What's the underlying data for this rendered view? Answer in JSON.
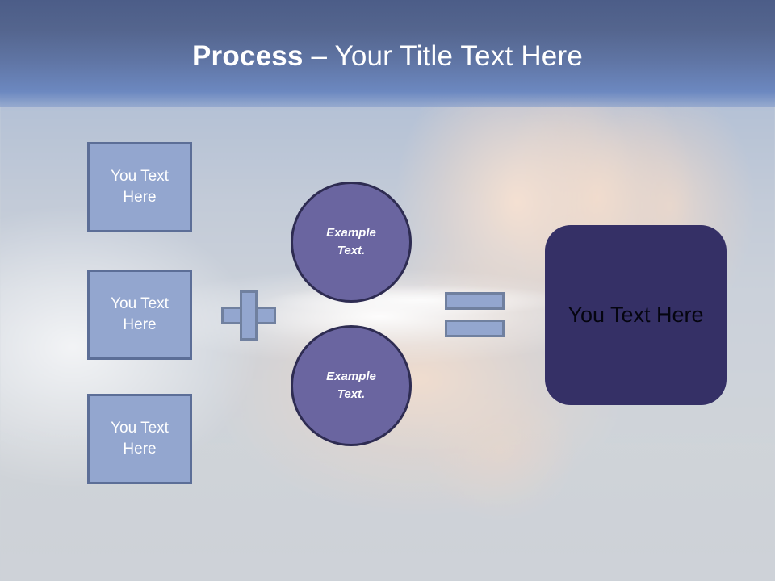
{
  "slide": {
    "title": {
      "strong": "Process",
      "rest": " – Your Title Text Here"
    },
    "colors": {
      "header_top": "#4c5d88",
      "header_bottom": "#6c88c0",
      "box_fill": "#93a6cf",
      "box_border": "#5c6e97",
      "circle_fill": "#6a65a0",
      "circle_border": "#2e2c52",
      "result_fill": "#353066",
      "result_text": "#050510",
      "box_text": "#ffffff",
      "title_text": "#ffffff",
      "background": "#d0d4d9"
    },
    "input_boxes": [
      {
        "label": "You Text Here"
      },
      {
        "label": "You Text Here"
      },
      {
        "label": "You Text Here"
      }
    ],
    "operators": {
      "plus": "plus-sign",
      "equals": "equals-sign"
    },
    "circles": [
      {
        "line1": "Example",
        "line2": "Text."
      },
      {
        "line1": "Example",
        "line2": "Text."
      }
    ],
    "result": {
      "label": "You Text Here"
    }
  }
}
